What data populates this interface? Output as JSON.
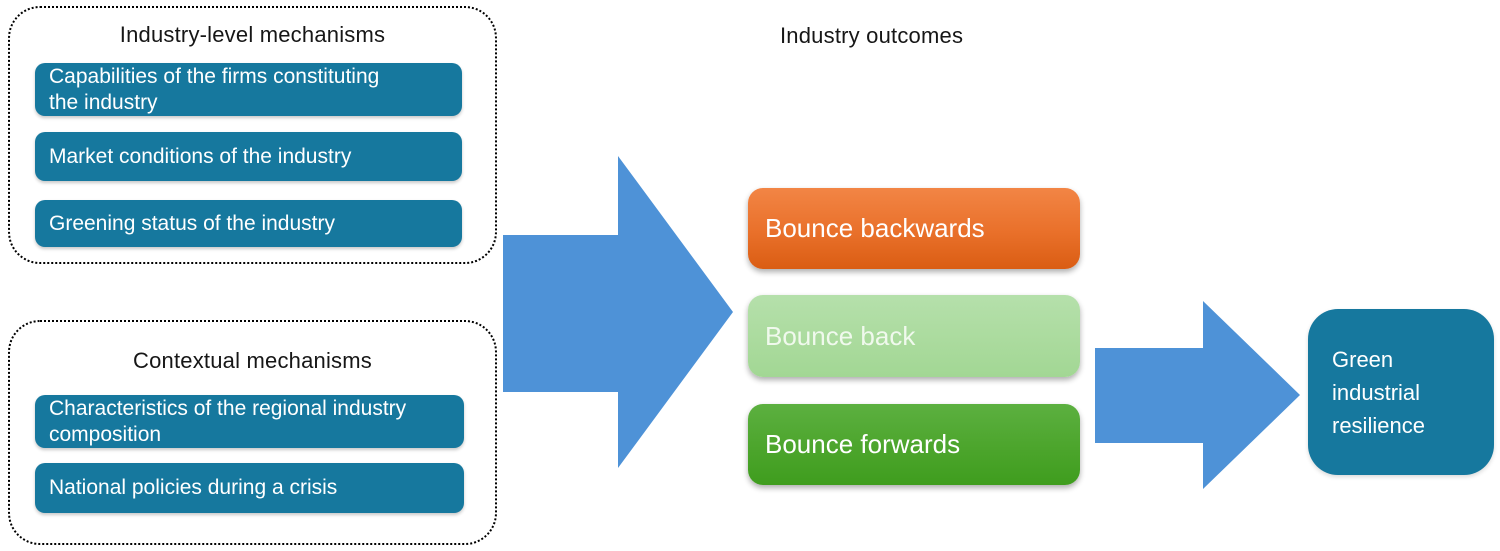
{
  "colors": {
    "teal": "#16789E",
    "arrow_blue": "#4E92D7",
    "orange": "#E9702A",
    "light_green": "#ABDB9E",
    "green": "#4CA52C",
    "box_text": "#FFFFFF",
    "title_text": "#161616"
  },
  "groups": {
    "industry": {
      "title": "Industry-level mechanisms",
      "items": [
        {
          "label": "Capabilities of the firms constituting\nthe industry"
        },
        {
          "label": "Market conditions of the industry"
        },
        {
          "label": "Greening status of the industry"
        }
      ]
    },
    "contextual": {
      "title": "Contextual mechanisms",
      "items": [
        {
          "label": "Characteristics of the regional industry\ncomposition"
        },
        {
          "label": "National policies during a crisis"
        }
      ]
    }
  },
  "outcomes": {
    "title": "Industry outcomes",
    "items": [
      {
        "label": "Bounce backwards",
        "color_key": "orange"
      },
      {
        "label": "Bounce back",
        "color_key": "light_green"
      },
      {
        "label": "Bounce forwards",
        "color_key": "green"
      }
    ]
  },
  "result": {
    "label": "Green\nindustrial\nresilience"
  }
}
